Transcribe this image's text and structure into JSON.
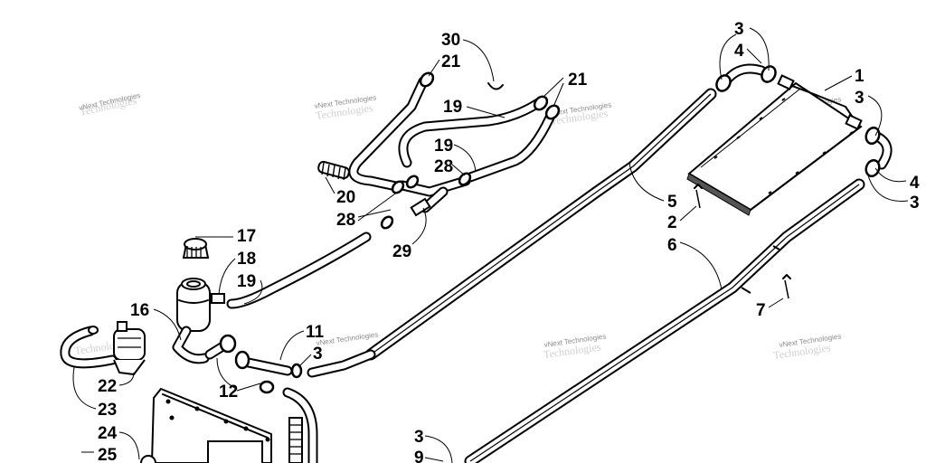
{
  "watermark": {
    "line1": "vNext Technologies",
    "line2": "Technologies"
  },
  "callouts": {
    "c1": "1",
    "c2": "2",
    "c3a": "3",
    "c3b": "3",
    "c3c": "3",
    "c3d": "3",
    "c3e": "3",
    "c4a": "4",
    "c4b": "4",
    "c5": "5",
    "c6": "6",
    "c7": "7",
    "c9": "9",
    "c11": "11",
    "c12": "12",
    "c16": "16",
    "c17": "17",
    "c18": "18",
    "c19a": "19",
    "c19b": "19",
    "c19c": "19",
    "c20": "20",
    "c21a": "21",
    "c21b": "21",
    "c22": "22",
    "c23": "23",
    "c24": "24",
    "c25": "25",
    "c28a": "28",
    "c28b": "28",
    "c29": "29",
    "c30": "30"
  }
}
